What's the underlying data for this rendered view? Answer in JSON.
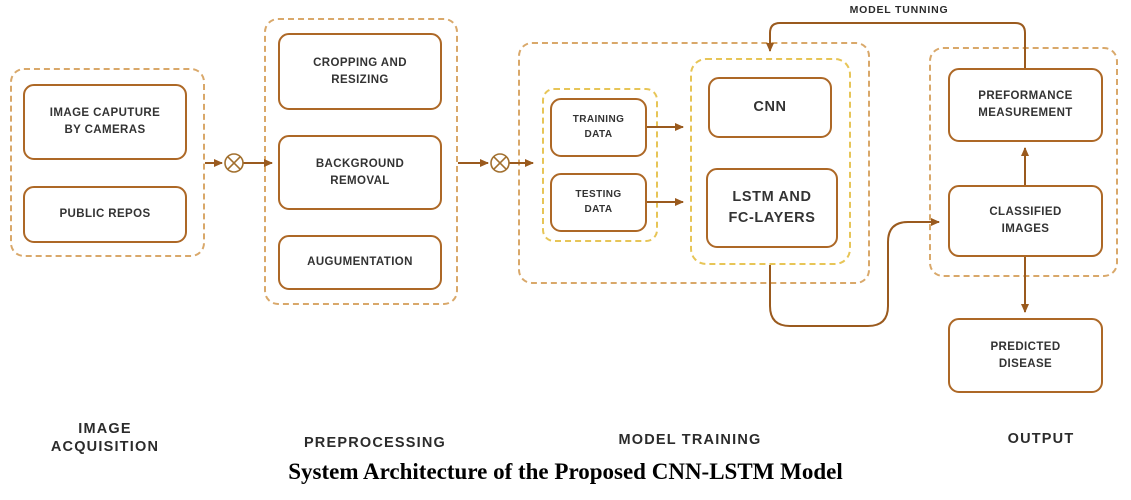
{
  "caption": "System Architecture of the Proposed CNN-LSTM Model",
  "model_tuning_label": "MODEL TUNNING",
  "section_labels": {
    "image_acquisition": "IMAGE ACQUISITION",
    "preprocessing": "PREPROCESSING",
    "model_training": "MODEL TRAINING",
    "output": "OUTPUT"
  },
  "nodes": {
    "image_capture": "IMAGE CAPUTURE BY CAMERAS",
    "public_repos": "PUBLIC REPOS",
    "cropping_resizing": "CROPPING AND RESIZING",
    "background_removal": "BACKGROUND REMOVAL",
    "augmentation": "AUGUMENTATION",
    "training_data": "TRAINING DATA",
    "testing_data": "TESTING DATA",
    "cnn": "CNN",
    "lstm_fc": "LSTM AND FC-LAYERS",
    "performance_measurement": "PREFORMANCE MEASUREMENT",
    "classified_images": "CLASSIFIED IMAGES",
    "predicted_disease": "PREDICTED DISEASE"
  },
  "colors": {
    "node_border": "#AD6826",
    "connector_line": "#9A5A1E",
    "junction_stroke": "#A2702F",
    "section_dashed_border": "#D9A86A",
    "group_dashed_border": "#E7C557",
    "node_text": "#333333",
    "caption_text": "#000000"
  }
}
